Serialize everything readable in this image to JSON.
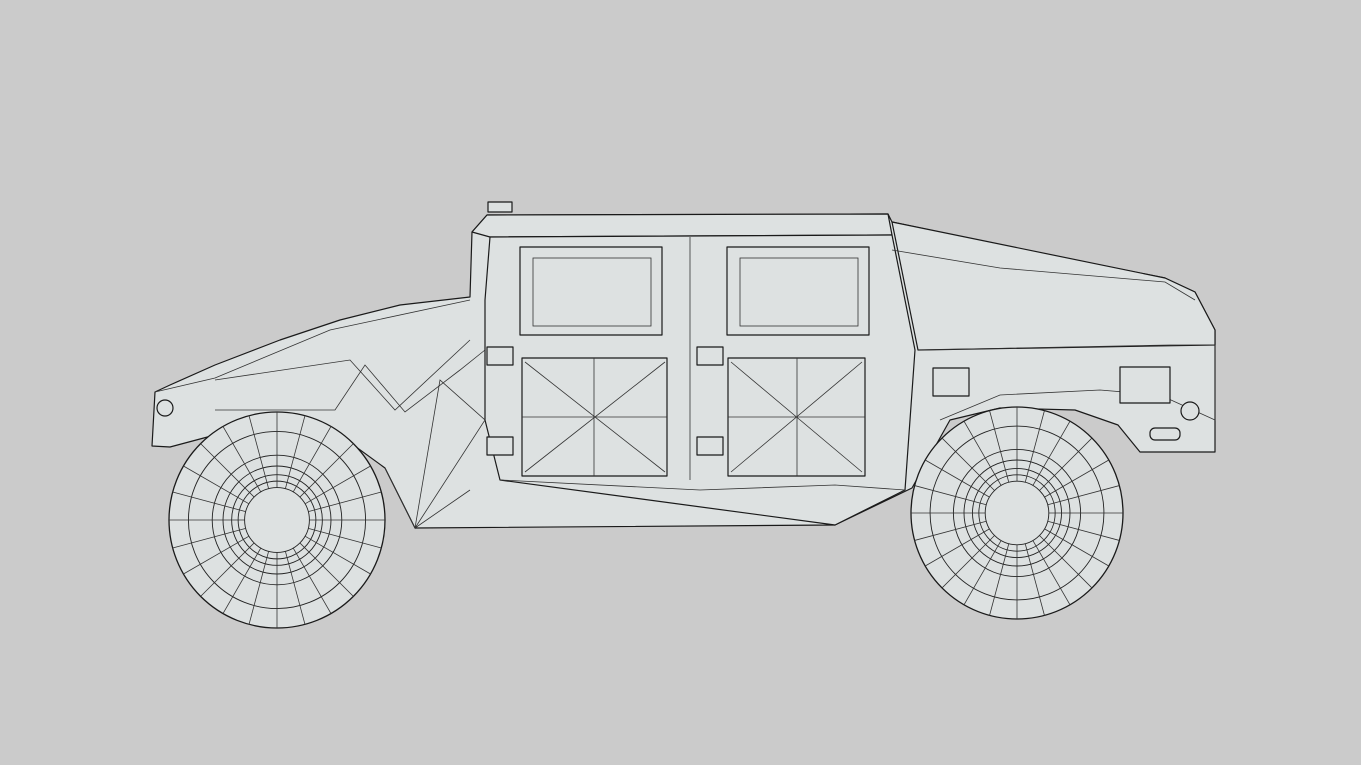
{
  "scene": {
    "subject": "humvee-wireframe-model",
    "background_color": "#cbcbcb",
    "surface_color": "#dde1e1",
    "edge_color": "#1a1a1a",
    "wheels": [
      {
        "name": "front-wheel",
        "rings": 6,
        "spokes": 24
      },
      {
        "name": "rear-wheel",
        "rings": 6,
        "spokes": 24
      }
    ]
  }
}
